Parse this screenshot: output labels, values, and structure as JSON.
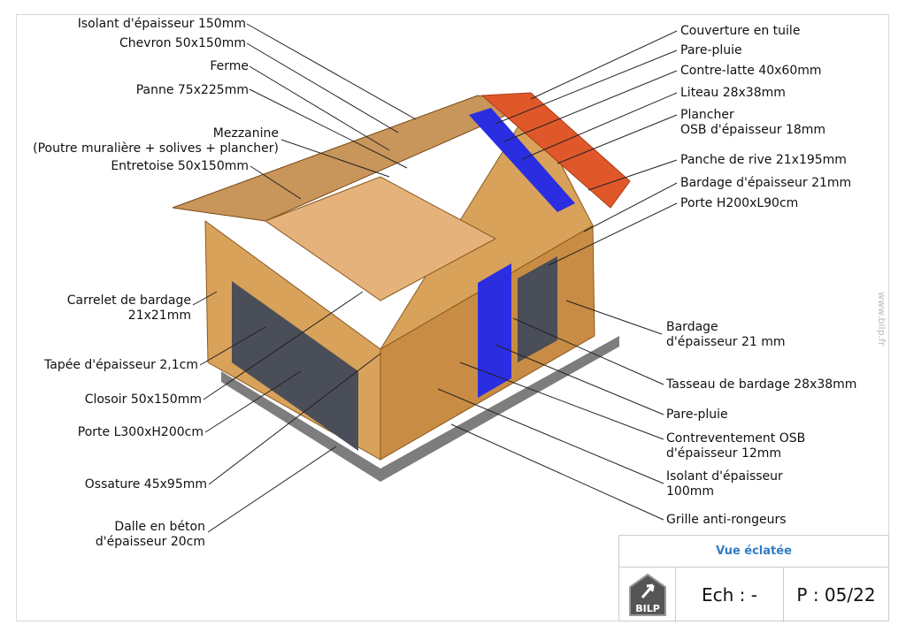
{
  "labels_left": [
    "Isolant d'épaisseur 150mm",
    "Chevron 50x150mm",
    "Ferme",
    "Panne 75x225mm",
    "Mezzanine",
    "(Poutre muralière + solives + plancher)",
    "Entretoise 50x150mm",
    "Carrelet de bardage",
    "21x21mm",
    "Tapée d'épaisseur 2,1cm",
    "Closoir 50x150mm",
    "Porte L300xH200cm",
    "Ossature 45x95mm",
    "Dalle en béton",
    "d'épaisseur 20cm"
  ],
  "labels_right": [
    "Couverture en tuile",
    "Pare-pluie",
    "Contre-latte 40x60mm",
    "Liteau 28x38mm",
    "Plancher",
    "OSB d'épaisseur 18mm",
    "Panche de rive 21x195mm",
    "Bardage d'épaisseur 21mm",
    "Porte H200xL90cm",
    "Bardage",
    "d'épaisseur 21 mm",
    "Tasseau de bardage 28x38mm",
    "Pare-pluie",
    "Contreventement OSB",
    "d'épaisseur 12mm",
    "Isolant d'épaisseur",
    "100mm",
    "Grille anti-rongeurs"
  ],
  "watermark": "www.bilp.fr",
  "title_block": {
    "title": "Vue éclatée",
    "logo": "BILP",
    "scale": "Ech : -",
    "page": "P : 05/22"
  },
  "colors": {
    "wood": "#d9a25a",
    "tile": "#e0582a",
    "membrane": "#2a2ee0",
    "concrete": "#8a8a8a",
    "accent": "#2f7dc4"
  }
}
